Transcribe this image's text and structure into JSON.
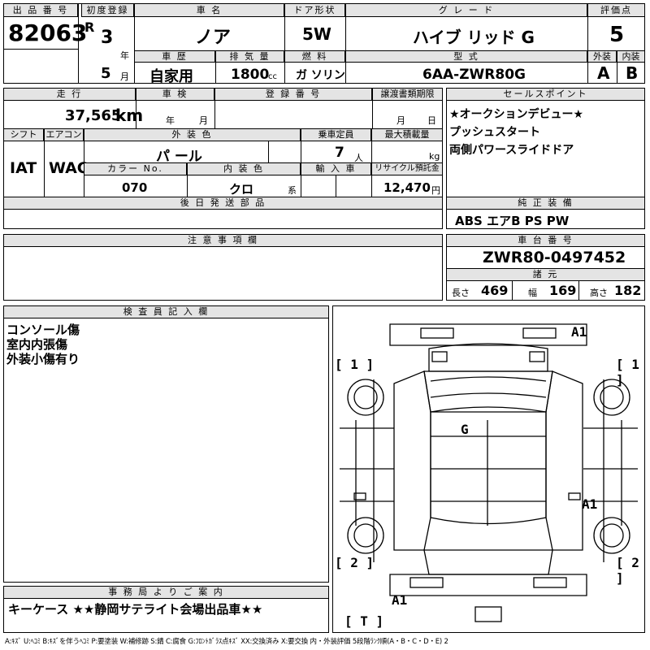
{
  "top": {
    "lot_no_label": "出 品 番 号",
    "lot_no": "82063",
    "first_reg_label": "初度登録",
    "era": "R",
    "year": "3",
    "year_unit": "年",
    "month": "5",
    "month_unit": "月",
    "car_name_label": "車 名",
    "car_name": "ノア",
    "door_label": "ドア形状",
    "door": "5W",
    "grade_label": "グ レ ー ド",
    "grade": "ハイブ リッド G",
    "score_label": "評価点",
    "score": "5",
    "history_label": "車 歴",
    "history": "自家用",
    "displacement_label": "排 気 量",
    "displacement": "1800",
    "displacement_unit": "cc",
    "fuel_label": "燃 料",
    "fuel": "ガ ソリン",
    "model_code_label": "型 式",
    "model_code": "6AA-ZWR80G",
    "ext_label": "外装",
    "ext_grade": "A",
    "int_label": "内装",
    "int_grade": "B"
  },
  "mid": {
    "mileage_label": "走 行",
    "mileage": "37,565",
    "mileage_unit": "km",
    "inspection_label": "車 検",
    "insp_year_unit": "年",
    "insp_month_unit": "月",
    "regno_label": "登 録 番 号",
    "transfer_label": "譲渡書類期限",
    "transfer_month": "月",
    "transfer_day": "日",
    "shift_label": "シフト",
    "shift": "IAT",
    "ac_label": "エアコン",
    "ac": "WAC",
    "color_label": "外 装 色",
    "color": "パ ール",
    "capacity_label": "乗車定員",
    "capacity": "7",
    "capacity_unit": "人",
    "maxload_label": "最大積載量",
    "maxload_unit": "kg",
    "colorno_label": "カラー No.",
    "colorno": "070",
    "intcolor_label": "内 装 色",
    "intcolor": "クロ",
    "intcolor_unit": "系",
    "import_label": "輸 入 車",
    "recycle_label": "リサイクル預託金",
    "recycle": "12,470",
    "recycle_unit": "円",
    "later_label": "後 日 発 送 部 品",
    "sales_label": "セールスポイント",
    "sales_points": [
      "★オークションデビュー★",
      "プッシュスタート",
      "両側パワースライドドア"
    ],
    "equip_label": "純 正 装 備",
    "equip": "ABS エアB PS PW",
    "notes_label": "注 意 事 項 欄",
    "chassis_label": "車 台 番 号",
    "chassis": "ZWR80-0497452",
    "dims_label": "諸 元",
    "len_label": "長さ",
    "len": "469",
    "wid_label": "幅",
    "wid": "169",
    "hei_label": "高さ",
    "hei": "182"
  },
  "inspector": {
    "label": "検 査 員 記 入 欄",
    "lines": [
      "コンソール傷",
      "室内内張傷",
      "外装小傷有り"
    ]
  },
  "office": {
    "label": "事 務 局 よ り ご 案 内",
    "text": "キーケース ★★静岡サテライト会場出品車★★"
  },
  "diagram": {
    "marks": [
      "A1",
      "[ 1 ]",
      "[ 1 ]",
      "G",
      "A1",
      "[ 2 ]",
      "[ 2 ]",
      "A1",
      "[ T ]"
    ]
  },
  "legend": "A:ｷｽﾞ U:ﾍｺﾐ B:ｷｽﾞを伴うﾍｺﾐ P:要塗装 W:補修跡 S:錆 C:腐食 G:ﾌﾛﾝﾄｶﾞﾗｽ点ｷｽﾞ XX:交換済み X:要交換 内・外装評価 5段階ﾗﾝｸ順(A・B・C・D・E) 2"
}
